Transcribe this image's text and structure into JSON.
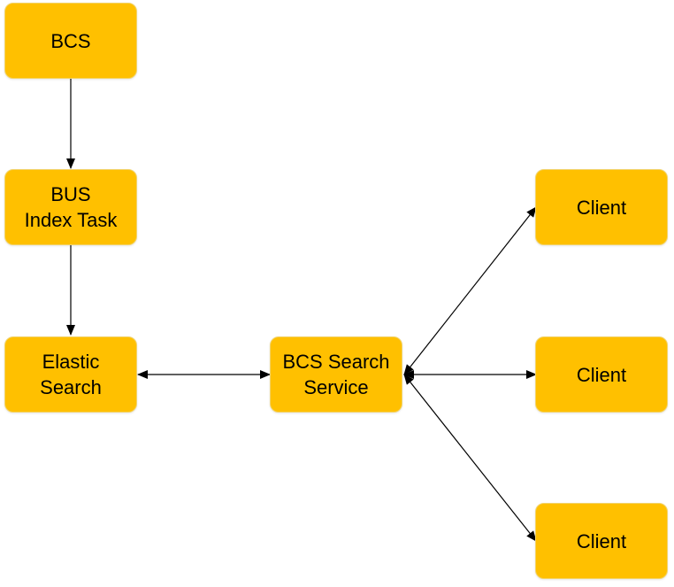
{
  "diagram": {
    "node_color": "#FFC000",
    "edge_color": "#000000",
    "nodes": {
      "bcs": {
        "label": "BCS"
      },
      "bus_index_task": {
        "label": "BUS\nIndex Task"
      },
      "elastic_search": {
        "label": "Elastic\nSearch"
      },
      "bcs_search_service": {
        "label": "BCS Search\nService"
      },
      "client_top": {
        "label": "Client"
      },
      "client_middle": {
        "label": "Client"
      },
      "client_bottom": {
        "label": "Client"
      }
    },
    "edges": [
      {
        "from": "BCS",
        "to": "BUS Index Task",
        "direction": "forward"
      },
      {
        "from": "BUS Index Task",
        "to": "Elastic Search",
        "direction": "forward"
      },
      {
        "from": "Elastic Search",
        "to": "BCS Search Service",
        "direction": "both"
      },
      {
        "from": "BCS Search Service",
        "to": "Client (top)",
        "direction": "both"
      },
      {
        "from": "BCS Search Service",
        "to": "Client (middle)",
        "direction": "both"
      },
      {
        "from": "BCS Search Service",
        "to": "Client (bottom)",
        "direction": "both"
      }
    ]
  }
}
